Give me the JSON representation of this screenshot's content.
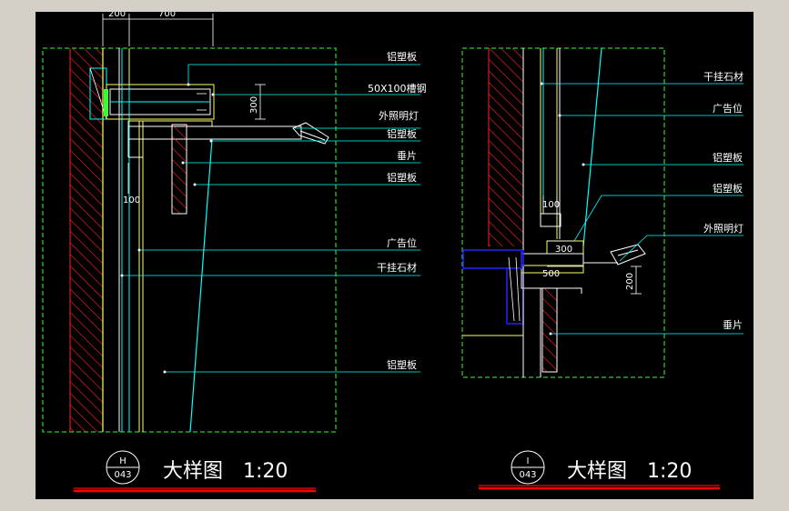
{
  "detail_left": {
    "dims_top": [
      "200",
      "700"
    ],
    "dims": {
      "d300": "300",
      "d100": "100"
    },
    "labels": [
      "铝塑板",
      "50X100槽钢",
      "外照明灯",
      "铝塑板",
      "垂片",
      "铝塑板",
      "广告位",
      "干挂石材",
      "铝塑板"
    ],
    "title": {
      "bubble_top": "H",
      "bubble_bottom": "043",
      "text": "大样图",
      "scale": "1:20"
    }
  },
  "detail_right": {
    "dims": {
      "d100": "100",
      "d300": "300",
      "d500": "500",
      "d200": "200"
    },
    "labels": [
      "干挂石材",
      "广告位",
      "铝塑板",
      "铝塑板",
      "外照明灯",
      "垂片"
    ],
    "title": {
      "bubble_top": "I",
      "bubble_bottom": "043",
      "text": "大样图",
      "scale": "1:20"
    }
  },
  "colors": {
    "background": "#000000",
    "frame": "#d4d0c8",
    "wall_hatch": "#ff2020",
    "cyan": "#00ffff",
    "yellow": "#ffff66",
    "green_dashed": "#33ff33",
    "blue": "#2222ff",
    "red_underline": "#ff0000"
  }
}
